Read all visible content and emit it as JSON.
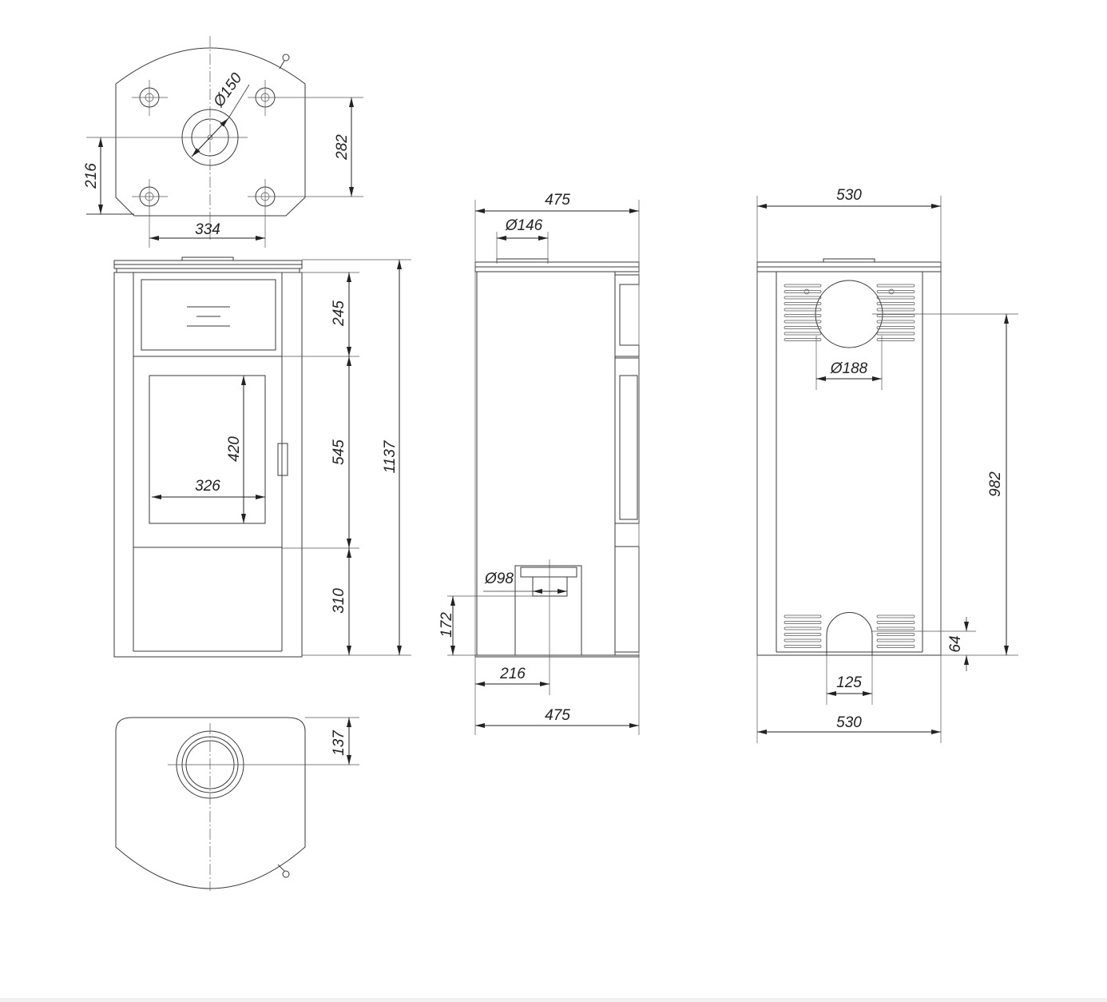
{
  "top_view": {
    "d216": "216",
    "d282": "282",
    "d334": "334",
    "flue": "Ø150"
  },
  "front_view": {
    "d245": "245",
    "d545": "545",
    "d310": "310",
    "d1137": "1137",
    "glass_h": "420",
    "glass_w": "326"
  },
  "bottom_view": {
    "d137": "137"
  },
  "side_view": {
    "width_top": "475",
    "flue": "Ø146",
    "air_inlet": "Ø98",
    "inlet_h": "172",
    "inlet_x": "216",
    "width_bottom": "475"
  },
  "back_view": {
    "width_top": "530",
    "flue": "Ø188",
    "flue_h": "982",
    "inlet_h": "64",
    "inlet_w": "125",
    "width_bottom": "530"
  }
}
